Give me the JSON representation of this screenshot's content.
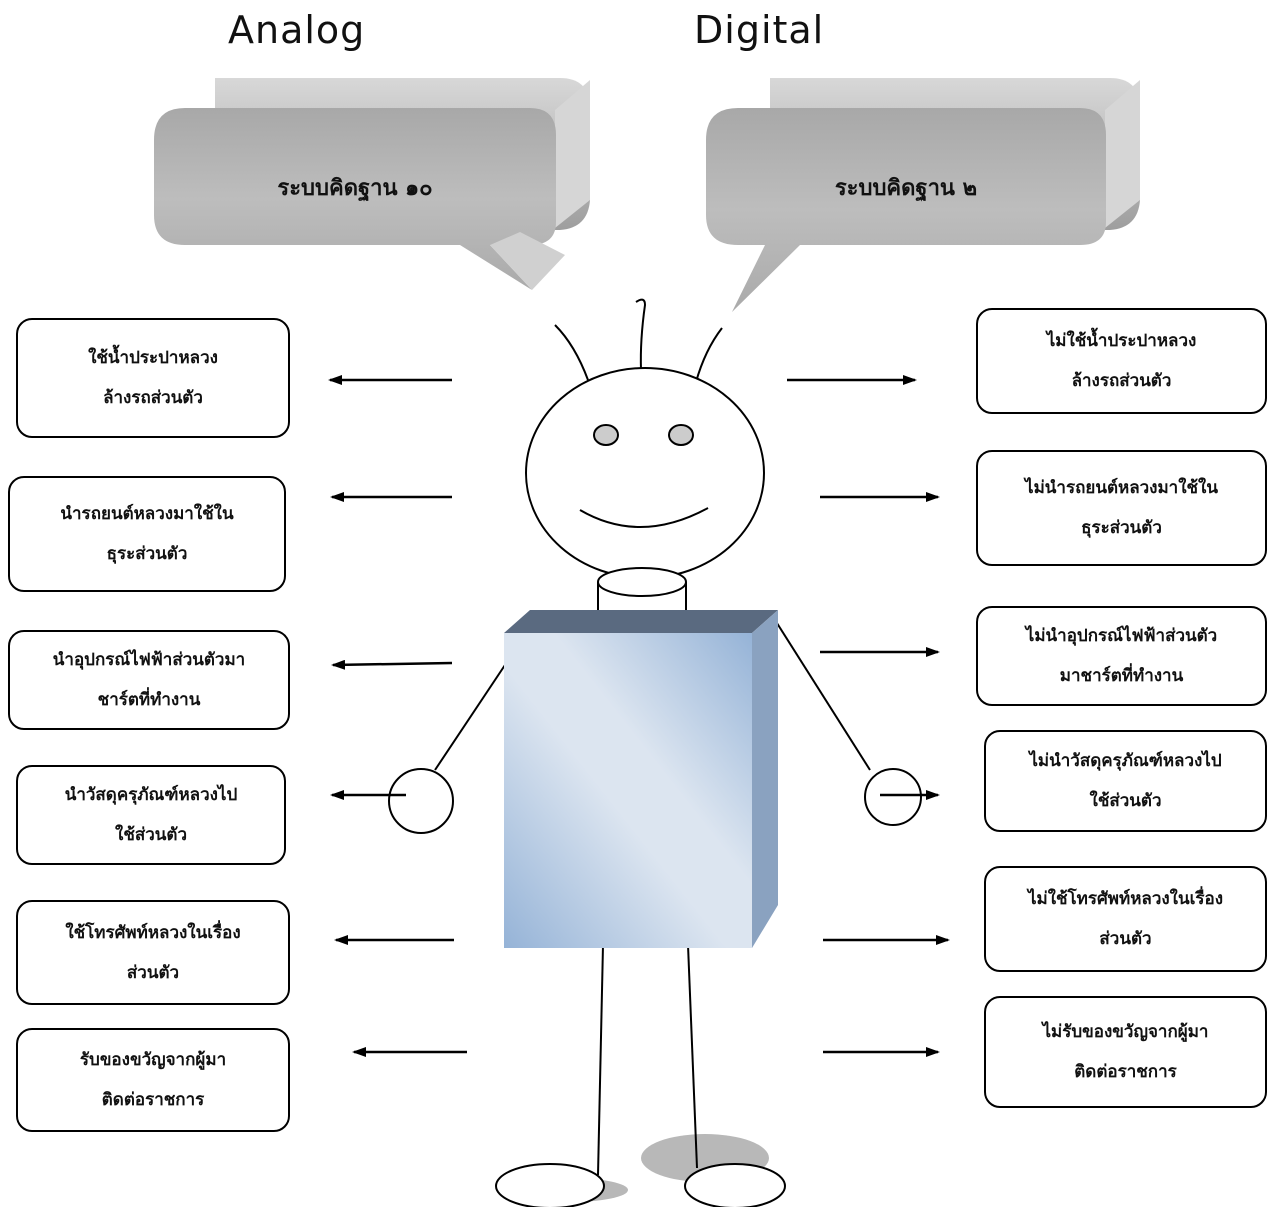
{
  "headings": {
    "left": "Analog",
    "right": "Digital"
  },
  "bubbles": {
    "left": "ระบบคิดฐาน ๑๐",
    "right": "ระบบคิดฐาน ๒"
  },
  "left_boxes": [
    {
      "line1": "ใช้น้ำประปาหลวง",
      "line2": "ล้างรถส่วนตัว"
    },
    {
      "line1": "นำรถยนต์หลวงมาใช้ใน",
      "line2": "ธุระส่วนตัว"
    },
    {
      "line1": "นำอุปกรณ์ไฟฟ้าส่วนตัวมา",
      "line2": "ชาร์ตที่ทำงาน"
    },
    {
      "line1": "นำวัสดุครุภัณฑ์หลวงไป",
      "line2": "ใช้ส่วนตัว"
    },
    {
      "line1": "ใช้โทรศัพท์หลวงในเรื่อง",
      "line2": "ส่วนตัว"
    },
    {
      "line1": "รับของขวัญจากผู้มา",
      "line2": "ติดต่อราชการ"
    }
  ],
  "right_boxes": [
    {
      "line1": "ไม่ใช้น้ำประปาหลวง",
      "line2": "ล้างรถส่วนตัว"
    },
    {
      "line1": "ไม่นำรถยนต์หลวงมาใช้ใน",
      "line2": "ธุระส่วนตัว"
    },
    {
      "line1": "ไม่นำอุปกรณ์ไฟฟ้าส่วนตัว",
      "line2": "มาชาร์ตที่ทำงาน"
    },
    {
      "line1": "ไม่นำวัสดุครุภัณฑ์หลวงไป",
      "line2": "ใช้ส่วนตัว"
    },
    {
      "line1": "ไม่ใช้โทรศัพท์หลวงในเรื่อง",
      "line2": "ส่วนตัว"
    },
    {
      "line1": "ไม่รับของขวัญจากผู้มา",
      "line2": "ติดต่อราชการ"
    }
  ],
  "colors": {
    "bubble_face": "#b2b2b2",
    "bubble_top": "#c8c8c8",
    "bubble_side": "#d4d4d4",
    "body_front_light": "#dce5f0",
    "body_front_dark": "#95b3d7",
    "body_top": "#5a6a80",
    "body_side": "#8aa2c0",
    "shadow": "#b8b8b8",
    "eye": "#cccccc"
  }
}
